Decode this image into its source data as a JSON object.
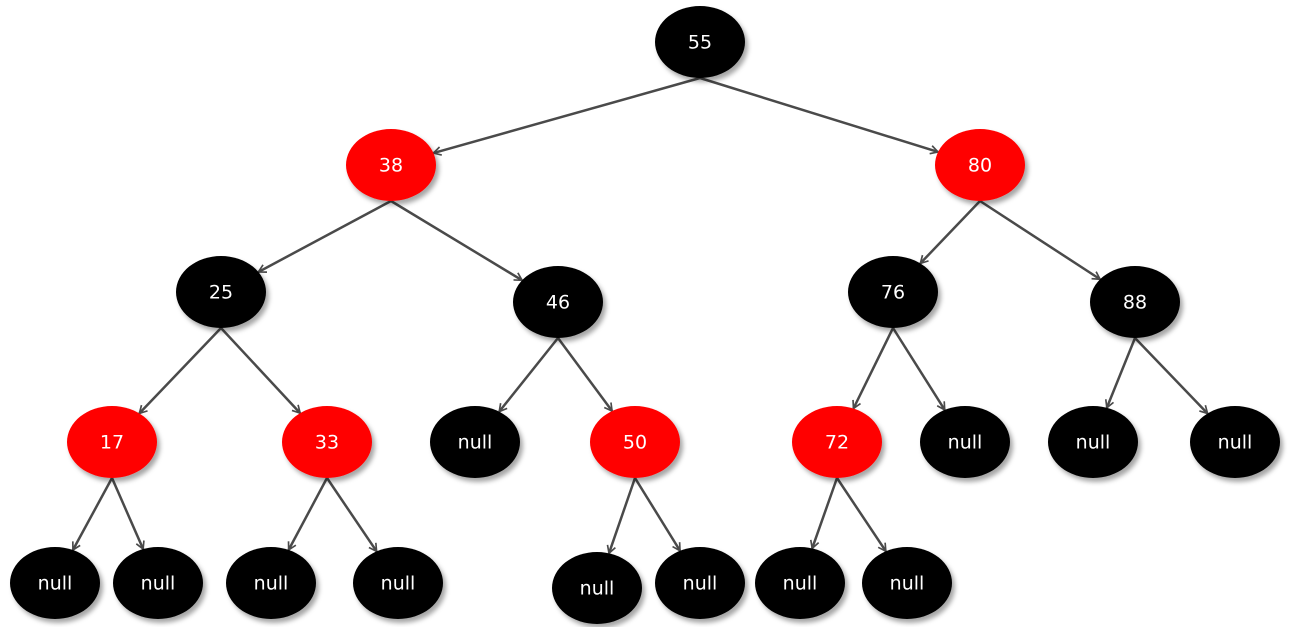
{
  "colors": {
    "red": "#ff0000",
    "black": "#000000",
    "edge": "#4a4a4a",
    "label": "#ffffff"
  },
  "tree": {
    "nodes": [
      {
        "id": "n55",
        "label": "55",
        "color": "black"
      },
      {
        "id": "n38",
        "label": "38",
        "color": "red"
      },
      {
        "id": "n80",
        "label": "80",
        "color": "red"
      },
      {
        "id": "n25",
        "label": "25",
        "color": "black"
      },
      {
        "id": "n46",
        "label": "46",
        "color": "black"
      },
      {
        "id": "n76",
        "label": "76",
        "color": "black"
      },
      {
        "id": "n88",
        "label": "88",
        "color": "black"
      },
      {
        "id": "n17",
        "label": "17",
        "color": "red"
      },
      {
        "id": "n33",
        "label": "33",
        "color": "red"
      },
      {
        "id": "null46L",
        "label": "null",
        "color": "black"
      },
      {
        "id": "n50",
        "label": "50",
        "color": "red"
      },
      {
        "id": "n72",
        "label": "72",
        "color": "red"
      },
      {
        "id": "null76R",
        "label": "null",
        "color": "black"
      },
      {
        "id": "null88L",
        "label": "null",
        "color": "black"
      },
      {
        "id": "null88R",
        "label": "null",
        "color": "black"
      },
      {
        "id": "null17L",
        "label": "null",
        "color": "black"
      },
      {
        "id": "null17R",
        "label": "null",
        "color": "black"
      },
      {
        "id": "null33L",
        "label": "null",
        "color": "black"
      },
      {
        "id": "null33R",
        "label": "null",
        "color": "black"
      },
      {
        "id": "null50L",
        "label": "null",
        "color": "black"
      },
      {
        "id": "null50R",
        "label": "null",
        "color": "black"
      },
      {
        "id": "null72L",
        "label": "null",
        "color": "black"
      },
      {
        "id": "null72R",
        "label": "null",
        "color": "black"
      }
    ],
    "edges": [
      [
        "n55",
        "n38"
      ],
      [
        "n55",
        "n80"
      ],
      [
        "n38",
        "n25"
      ],
      [
        "n38",
        "n46"
      ],
      [
        "n80",
        "n76"
      ],
      [
        "n80",
        "n88"
      ],
      [
        "n25",
        "n17"
      ],
      [
        "n25",
        "n33"
      ],
      [
        "n46",
        "null46L"
      ],
      [
        "n46",
        "n50"
      ],
      [
        "n76",
        "n72"
      ],
      [
        "n76",
        "null76R"
      ],
      [
        "n88",
        "null88L"
      ],
      [
        "n88",
        "null88R"
      ],
      [
        "n17",
        "null17L"
      ],
      [
        "n17",
        "null17R"
      ],
      [
        "n33",
        "null33L"
      ],
      [
        "n33",
        "null33R"
      ],
      [
        "n50",
        "null50L"
      ],
      [
        "n50",
        "null50R"
      ],
      [
        "n72",
        "null72L"
      ],
      [
        "n72",
        "null72R"
      ]
    ]
  }
}
